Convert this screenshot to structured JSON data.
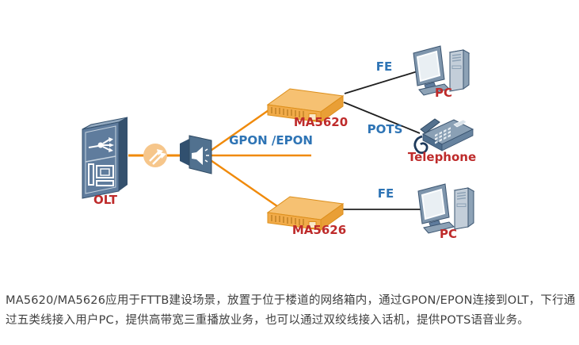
{
  "figure": {
    "type": "network-topology-diagram",
    "labels": {
      "olt": "OLT",
      "ma5620": "MA5620",
      "ma5626": "MA5626",
      "pc_top": "PC",
      "pc_bottom": "PC",
      "telephone": "Telephone"
    },
    "link_labels": {
      "gpon_epon": "GPON /EPON",
      "fe_top": "FE",
      "fe_bottom": "FE",
      "pots": "POTS"
    },
    "icons": {
      "olt": "olt-chassis-icon",
      "optical_transport": "optical-transport-ball-icon",
      "splitter": "optical-splitter-horn-icon",
      "ma5620": "mdu-chassis-icon",
      "ma5626": "mdu-chassis-icon",
      "pc": "desktop-pc-icon",
      "telephone": "desk-telephone-icon"
    },
    "colors": {
      "device_label_red": "#BE2B2B",
      "link_label_blue": "#2E74B5",
      "fiber_line_orange": "#F08A0B",
      "copper_line_black": "#1F1F1F",
      "mdu_chassis_orange": "#F1AB49",
      "slate_device_blue": "#5F7C9D",
      "caption_text": "#3F3F3F"
    }
  },
  "caption": {
    "text": "MA5620/MA5626应用于FTTB建设场景，放置于位于楼道的网络箱内，通过GPON/EPON连接到OLT，下行通过五类线接入用户PC，提供高带宽三重播放业务，也可以通过双绞线接入话机，提供POTS语音业务。"
  }
}
